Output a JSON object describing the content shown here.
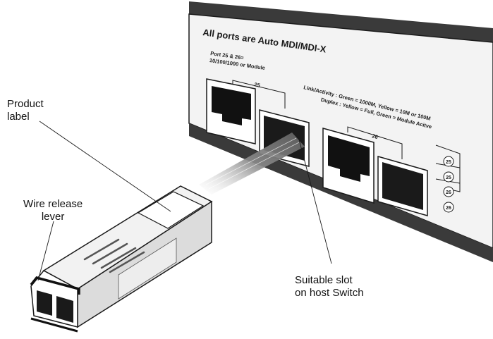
{
  "callouts": {
    "product_label": [
      "Product",
      "label"
    ],
    "wire_release": [
      "Wire release",
      "lever"
    ],
    "slot": [
      "Suitable slot",
      "on host Switch"
    ]
  },
  "panel": {
    "heading": "All ports are Auto MDI/MDI-X",
    "port_info_1": "Port 25 & 26=",
    "port_info_2": "10/100/1000 or Module",
    "port_25": "25",
    "port_26": "26",
    "link_activity": "Link/Activity : Green = 1000M, Yellow = 10M or 100M",
    "duplex": "Duplex : Yellow = Full, Green = Module Acitve",
    "leds": [
      "25",
      "25",
      "26",
      "26"
    ]
  },
  "colors": {
    "panel_fill": "#f3f3f3",
    "edge_dark": "#3a3a3a",
    "line": "#1a1a1a",
    "module_body": "#e6e6e6",
    "beam": "#9a9a9a"
  }
}
